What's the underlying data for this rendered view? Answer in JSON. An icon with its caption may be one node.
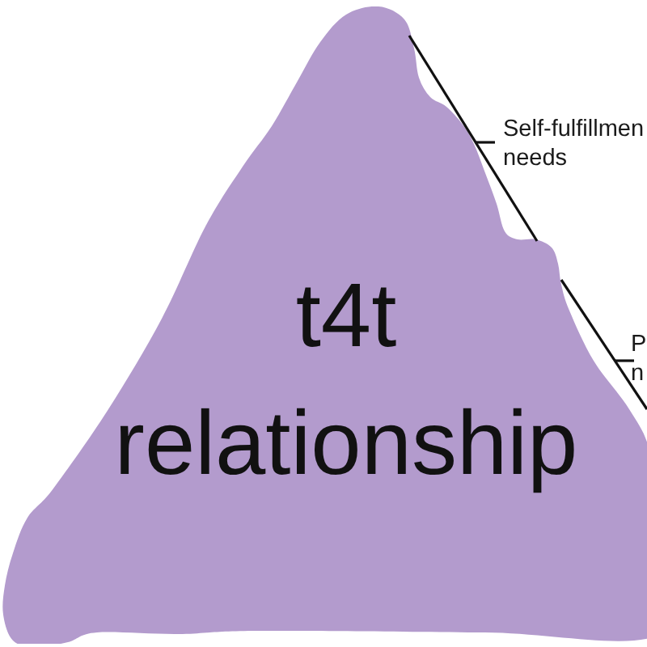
{
  "diagram": {
    "nodes": [
      {
        "text": [
          "t4t relationship"
        ]
      }
    ],
    "labels": [
      "Self-fulfillmen needs",
      "P n"
    ]
  }
}
